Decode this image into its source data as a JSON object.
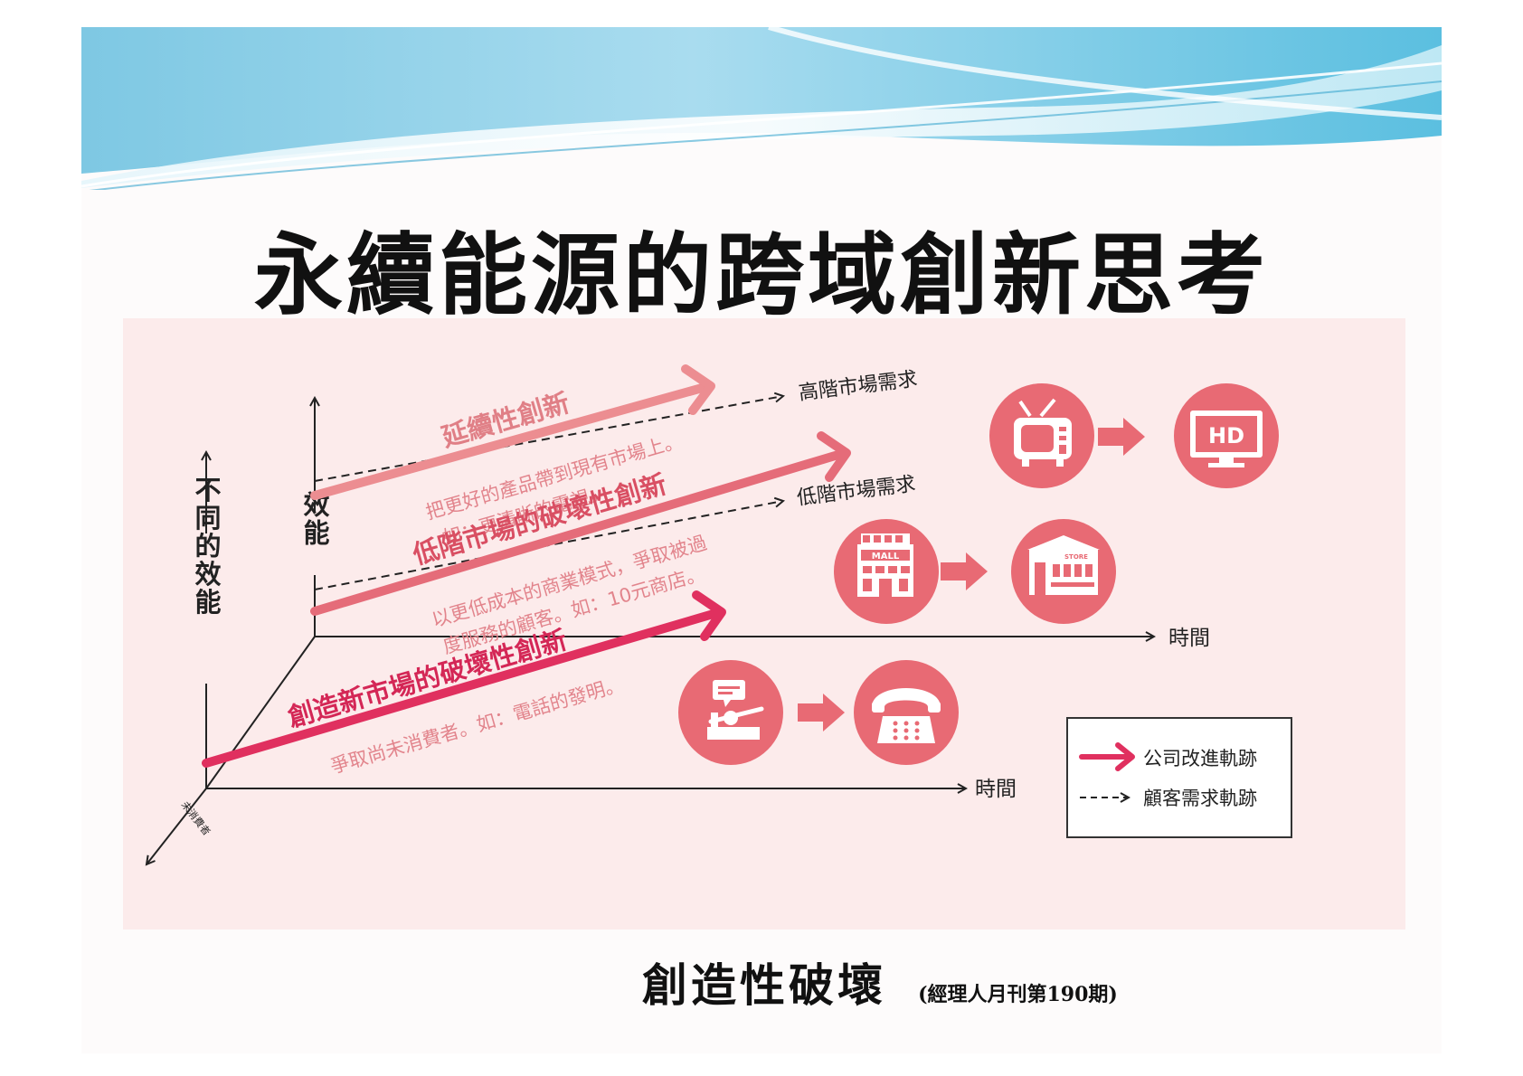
{
  "title": "永續能源的跨域創新思考",
  "caption": {
    "main": "創造性破壞",
    "source": "(經理人月刊第190期)"
  },
  "colors": {
    "sustaining": "#ec8d91",
    "low_end": "#e56c79",
    "new_market": "#e0305f",
    "label_text": "#d94f63",
    "desc_text": "#e2848c",
    "circle": "#e86a74",
    "panel_bg": "#fcebeb"
  },
  "diagram": {
    "axes": {
      "different_performance": "不同的效能",
      "performance": "效能",
      "time_upper": "時間",
      "time_lower": "時間",
      "non_consumers": "未消費者"
    },
    "demand": {
      "high": "高階市場需求",
      "low": "低階市場需求"
    },
    "innovations": {
      "sustaining": {
        "label": "延續性創新",
        "desc_line1": "把更好的產品帶到現有市場上。",
        "desc_line2": "如：更清晰的電視。"
      },
      "low_end": {
        "label": "低階市場的破壞性創新",
        "desc_line1": "以更低成本的商業模式，爭取被過",
        "desc_line2": "度服務的顧客。如：10元商店。"
      },
      "new_market": {
        "label": "創造新市場的破壞性創新",
        "desc_line1": "爭取尚未消費者。如：電話的發明。"
      }
    },
    "icons": {
      "hd_label": "HD",
      "mall_label": "MALL",
      "store_label": "STORE"
    },
    "legend": {
      "company": "公司改進軌跡",
      "customer": "顧客需求軌跡"
    }
  }
}
